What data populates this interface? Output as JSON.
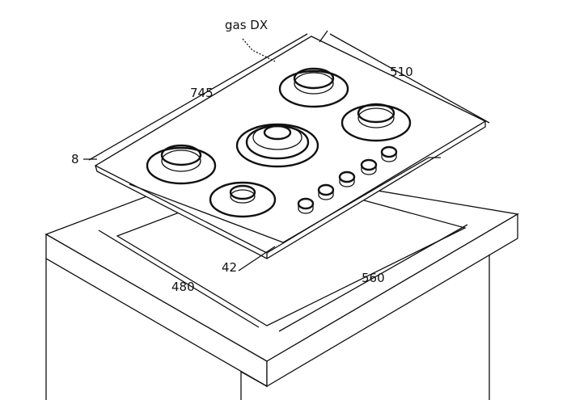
{
  "labels": {
    "gas": "gas DX",
    "depth_hob": "510",
    "width_hob": "745",
    "thickness": "8",
    "height_under": "42",
    "cutout_depth": "480",
    "cutout_width": "560"
  },
  "colors": {
    "line": "#111111",
    "background": "#ffffff"
  }
}
